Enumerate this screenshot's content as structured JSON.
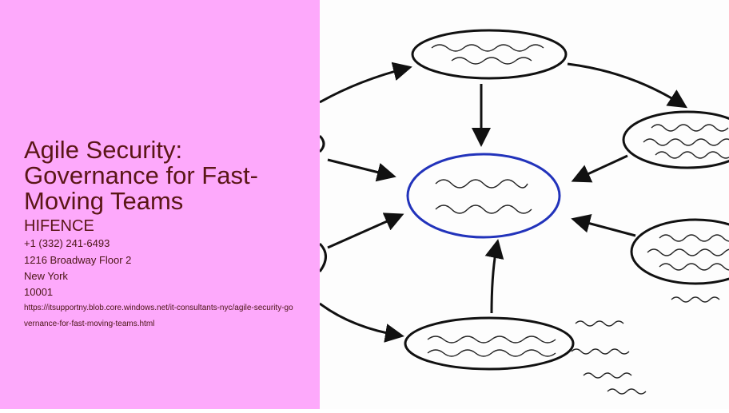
{
  "page": {
    "title": "Agile Security: Governance for Fast-Moving Teams",
    "company": "HIFENCE",
    "phone": "+1 (332) 241-6493",
    "address": "1216 Broadway Floor 2",
    "city": "New York",
    "zip": "10001",
    "url": "https://itsupportny.blob.core.windows.net/it-consultants-nyc/agile-security-governance-for-fast-moving-teams.html"
  },
  "colors": {
    "panel": "#fda9fb",
    "text": "#5a1616",
    "center_ring": "#2233bb"
  },
  "diagram": {
    "icon": "governance-cycle-diagram"
  }
}
